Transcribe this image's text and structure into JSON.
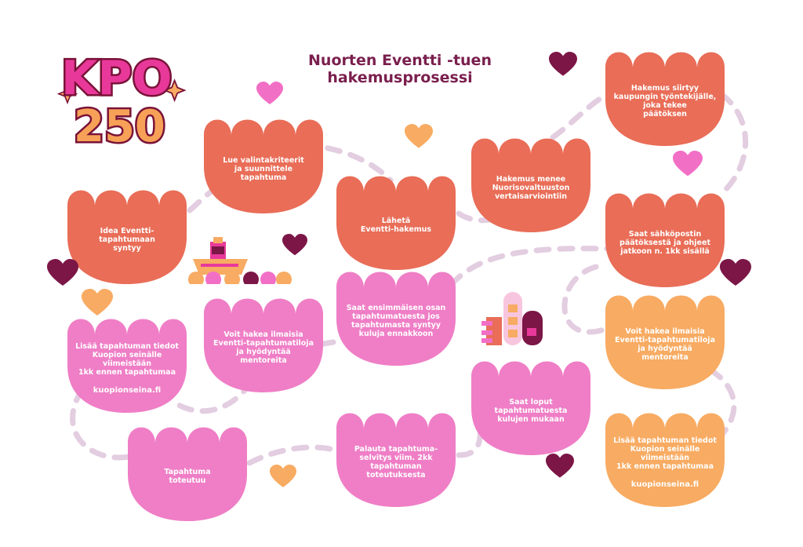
{
  "title": {
    "line1": "Nuorten Eventti -tuen",
    "line2": "hakemusprosessi"
  },
  "logo": {
    "text": "KPO",
    "number": "250"
  },
  "colors": {
    "coral": "#e96d57",
    "pink": "#ef7ec6",
    "orange": "#f8ab62",
    "dark_heart": "#7b1646",
    "pink_heart": "#f26fc6",
    "orange_heart": "#f8ab62",
    "path": "#e3cde0",
    "title": "#7a1f4e"
  },
  "steps": [
    {
      "lines": [
        "Idea Eventti-",
        "tapahtumaan",
        "syntyy"
      ],
      "color": "coral"
    },
    {
      "lines": [
        "Lue valintakriteerit",
        "ja suunnittele",
        "tapahtuma"
      ],
      "color": "coral"
    },
    {
      "lines": [
        "Lähetä",
        "Eventti-hakemus"
      ],
      "color": "coral"
    },
    {
      "lines": [
        "Hakemus menee",
        "Nuorisovaltuuston",
        "vertaisarviointiin"
      ],
      "color": "coral"
    },
    {
      "lines": [
        "Hakemus siirtyy",
        "kaupungin työntekijälle,",
        "joka tekee",
        "päätöksen"
      ],
      "color": "coral"
    },
    {
      "lines": [
        "Saat sähköpostin",
        "päätöksestä ja ohjeet",
        "jatkoon n. 1kk sisällä"
      ],
      "color": "coral"
    },
    {
      "lines": [
        "Voit hakea ilmaisia",
        "Eventti-tapahtumatiloja",
        "ja hyödyntää",
        "mentoreita"
      ],
      "color": "orange"
    },
    {
      "lines": [
        "Lisää tapahtuman tiedot",
        "Kuopion seinälle viimeistään",
        "1kk ennen tapahtumaa"
      ],
      "link": "kuopionseina.fi",
      "color": "orange"
    },
    {
      "lines": [
        "Saat ensimmäisen osan",
        "tapahtumatuesta jos",
        "tapahtumasta syntyy",
        "kuluja ennakkoon"
      ],
      "color": "pink"
    },
    {
      "lines": [
        "Voit hakea ilmaisia",
        "Eventti-tapahtumatiloja",
        "ja hyödyntää",
        "mentoreita"
      ],
      "color": "pink"
    },
    {
      "lines": [
        "Lisää tapahtuman tiedot",
        "Kuopion seinälle viimeistään",
        "1kk ennen tapahtumaa"
      ],
      "link": "kuopionseina.fi",
      "color": "pink"
    },
    {
      "lines": [
        "Saat loput",
        "tapahtumatuesta",
        "kulujen mukaan"
      ],
      "color": "pink"
    },
    {
      "lines": [
        "Palauta tapahtuma-",
        "selvitys viim. 2kk",
        "tapahtuman",
        "toteutuksesta"
      ],
      "color": "pink"
    },
    {
      "lines": [
        "Tapahtuma",
        "toteutuu"
      ],
      "color": "pink"
    }
  ]
}
